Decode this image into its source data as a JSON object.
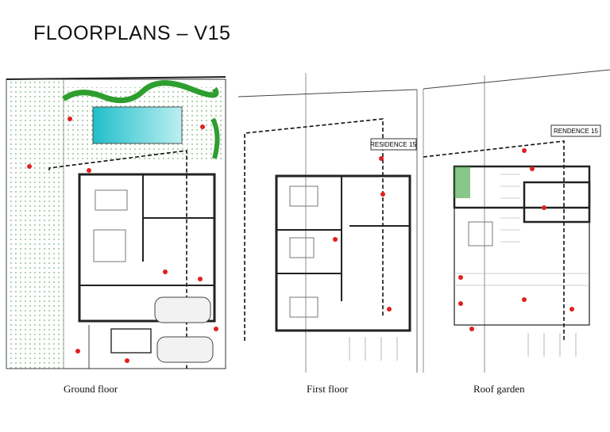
{
  "title": "FLOORPLANS – V15",
  "plans": [
    {
      "caption": "Ground floor"
    },
    {
      "caption": "First floor",
      "label": "RESIDENCE 15"
    },
    {
      "caption": "Roof garden",
      "label": "RENDENCE 15"
    }
  ],
  "colors": {
    "garden": "#2e9e2e",
    "pool": "#2ec4cc",
    "markers": "#e02020",
    "walls": "#222222"
  }
}
